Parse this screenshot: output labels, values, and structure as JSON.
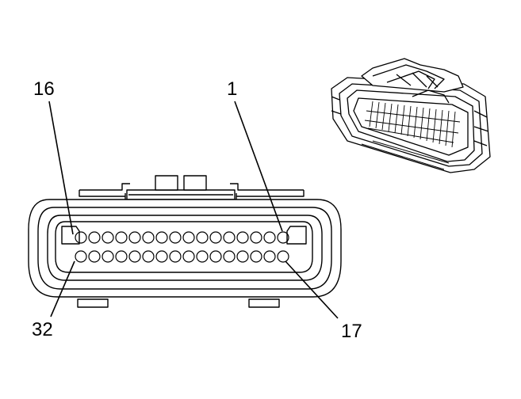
{
  "diagram": {
    "pin_labels": {
      "top_left": "16",
      "top_right": "1",
      "bottom_left": "32",
      "bottom_right": "17"
    },
    "rows": [
      {
        "first_pin": 1,
        "last_pin": 16,
        "count": 16
      },
      {
        "first_pin": 17,
        "last_pin": 32,
        "count": 16
      }
    ],
    "colors": {
      "line": "#000000",
      "background": "#ffffff"
    }
  }
}
